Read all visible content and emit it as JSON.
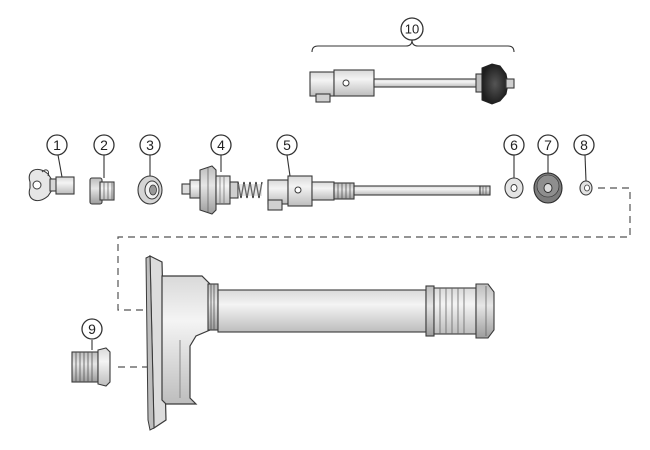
{
  "callouts": [
    {
      "id": "1",
      "label": "1"
    },
    {
      "id": "2",
      "label": "2"
    },
    {
      "id": "3",
      "label": "3"
    },
    {
      "id": "4",
      "label": "4"
    },
    {
      "id": "5",
      "label": "5"
    },
    {
      "id": "6",
      "label": "6"
    },
    {
      "id": "7",
      "label": "7"
    },
    {
      "id": "8",
      "label": "8"
    },
    {
      "id": "9",
      "label": "9"
    },
    {
      "id": "10",
      "label": "10"
    }
  ],
  "colors": {
    "line": "#3a3a3a",
    "fill_light": "#e9e9e9",
    "fill_mid": "#cfcfcf",
    "fill_dark": "#8a8a8a",
    "rubber": "#2a2a2a"
  }
}
